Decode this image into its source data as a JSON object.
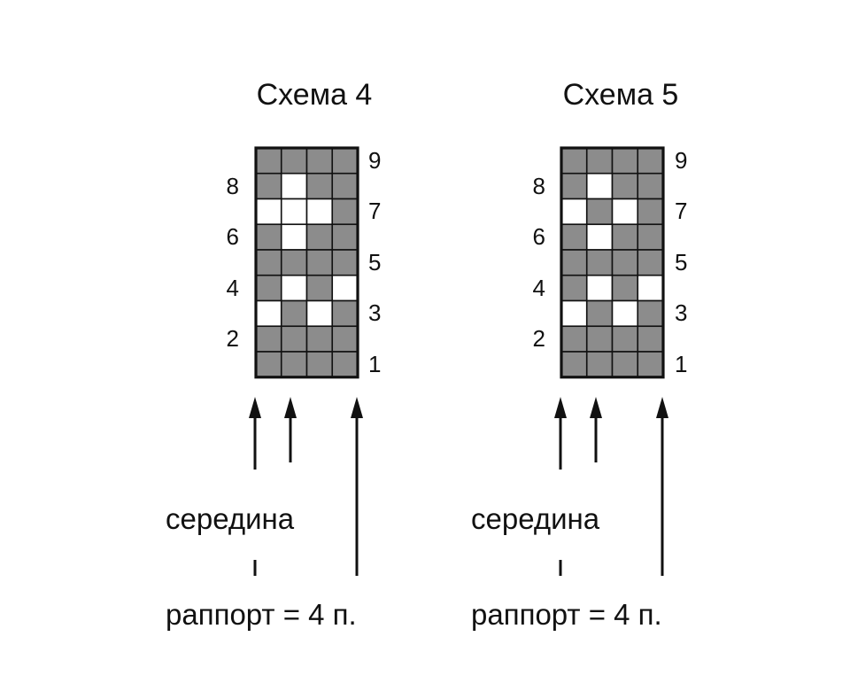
{
  "colors": {
    "filled": "#8c8c8c",
    "empty": "#ffffff",
    "line": "#111111"
  },
  "schemes": [
    {
      "title": "Схема 4",
      "middle_label": "середина",
      "repeat_label": "раппорт = 4 п.",
      "right_row_numbers": [
        "9",
        "7",
        "5",
        "3",
        "1"
      ],
      "left_row_numbers": [
        "8",
        "6",
        "4",
        "2"
      ],
      "grid": [
        [
          1,
          1,
          1,
          1
        ],
        [
          1,
          0,
          1,
          1
        ],
        [
          0,
          0,
          0,
          1
        ],
        [
          1,
          0,
          1,
          1
        ],
        [
          1,
          1,
          1,
          1
        ],
        [
          1,
          0,
          1,
          0
        ],
        [
          0,
          1,
          0,
          1
        ],
        [
          1,
          1,
          1,
          1
        ],
        [
          1,
          1,
          1,
          1
        ]
      ]
    },
    {
      "title": "Схема 5",
      "middle_label": "середина",
      "repeat_label": "раппорт = 4 п.",
      "right_row_numbers": [
        "9",
        "7",
        "5",
        "3",
        "1"
      ],
      "left_row_numbers": [
        "8",
        "6",
        "4",
        "2"
      ],
      "grid": [
        [
          1,
          1,
          1,
          1
        ],
        [
          1,
          0,
          1,
          1
        ],
        [
          0,
          1,
          0,
          1
        ],
        [
          1,
          0,
          1,
          1
        ],
        [
          1,
          1,
          1,
          1
        ],
        [
          1,
          0,
          1,
          0
        ],
        [
          0,
          1,
          0,
          1
        ],
        [
          1,
          1,
          1,
          1
        ],
        [
          1,
          1,
          1,
          1
        ]
      ]
    }
  ]
}
